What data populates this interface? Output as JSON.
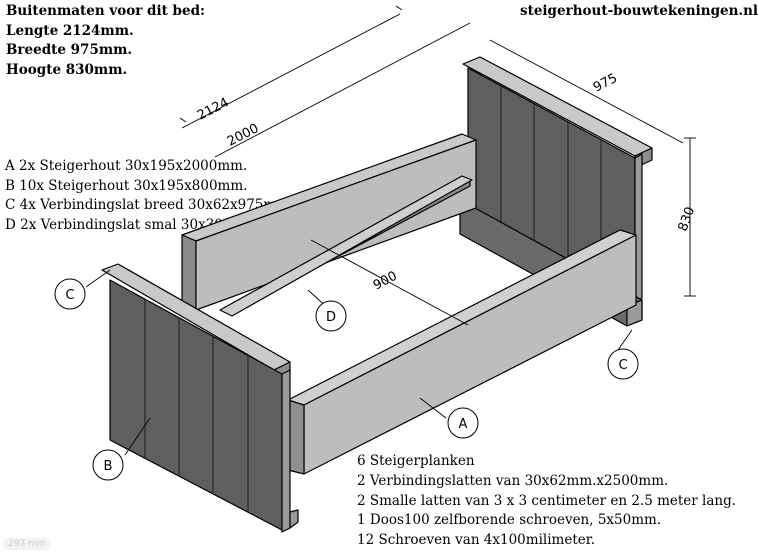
{
  "header": {
    "title": "Buitenmaten voor dit bed:",
    "lines": [
      "Lengte 2124mm.",
      "Breedte 975mm.",
      "Hoogte 830mm."
    ],
    "site": "steigerhout-bouwtekeningen.nl"
  },
  "parts": [
    "A 2x Steigerhout 30x195x2000mm.",
    "B 10x Steigerhout 30x195x800mm.",
    "C 4x Verbindingslat breed 30x62x975mm.",
    "D 2x Verbindingslat smal 30x30x1998mm."
  ],
  "materials": [
    "6 Steigerplanken",
    "2 Verbindingslatten van 30x62mm.x2500mm.",
    "2 Smalle latten van 3 x 3 centimeter en 2.5 meter lang.",
    "1 Doos100 zelfborende schroeven, 5x50mm.",
    "12 Schroeven van 4x100milimeter."
  ],
  "dimensions": {
    "length_total": "2124",
    "length_inner": "2000",
    "width": "975",
    "height": "830",
    "inner_width": "900"
  },
  "callouts": {
    "a": "A",
    "b": "B",
    "c_left": "C",
    "c_right": "C",
    "d": "D"
  },
  "corner_badge": "297 mm",
  "colors": {
    "wood_dark": "#5f5f5f",
    "wood_mid": "#8f8f8f",
    "wood_light": "#c9c9c9",
    "line": "#000000"
  }
}
